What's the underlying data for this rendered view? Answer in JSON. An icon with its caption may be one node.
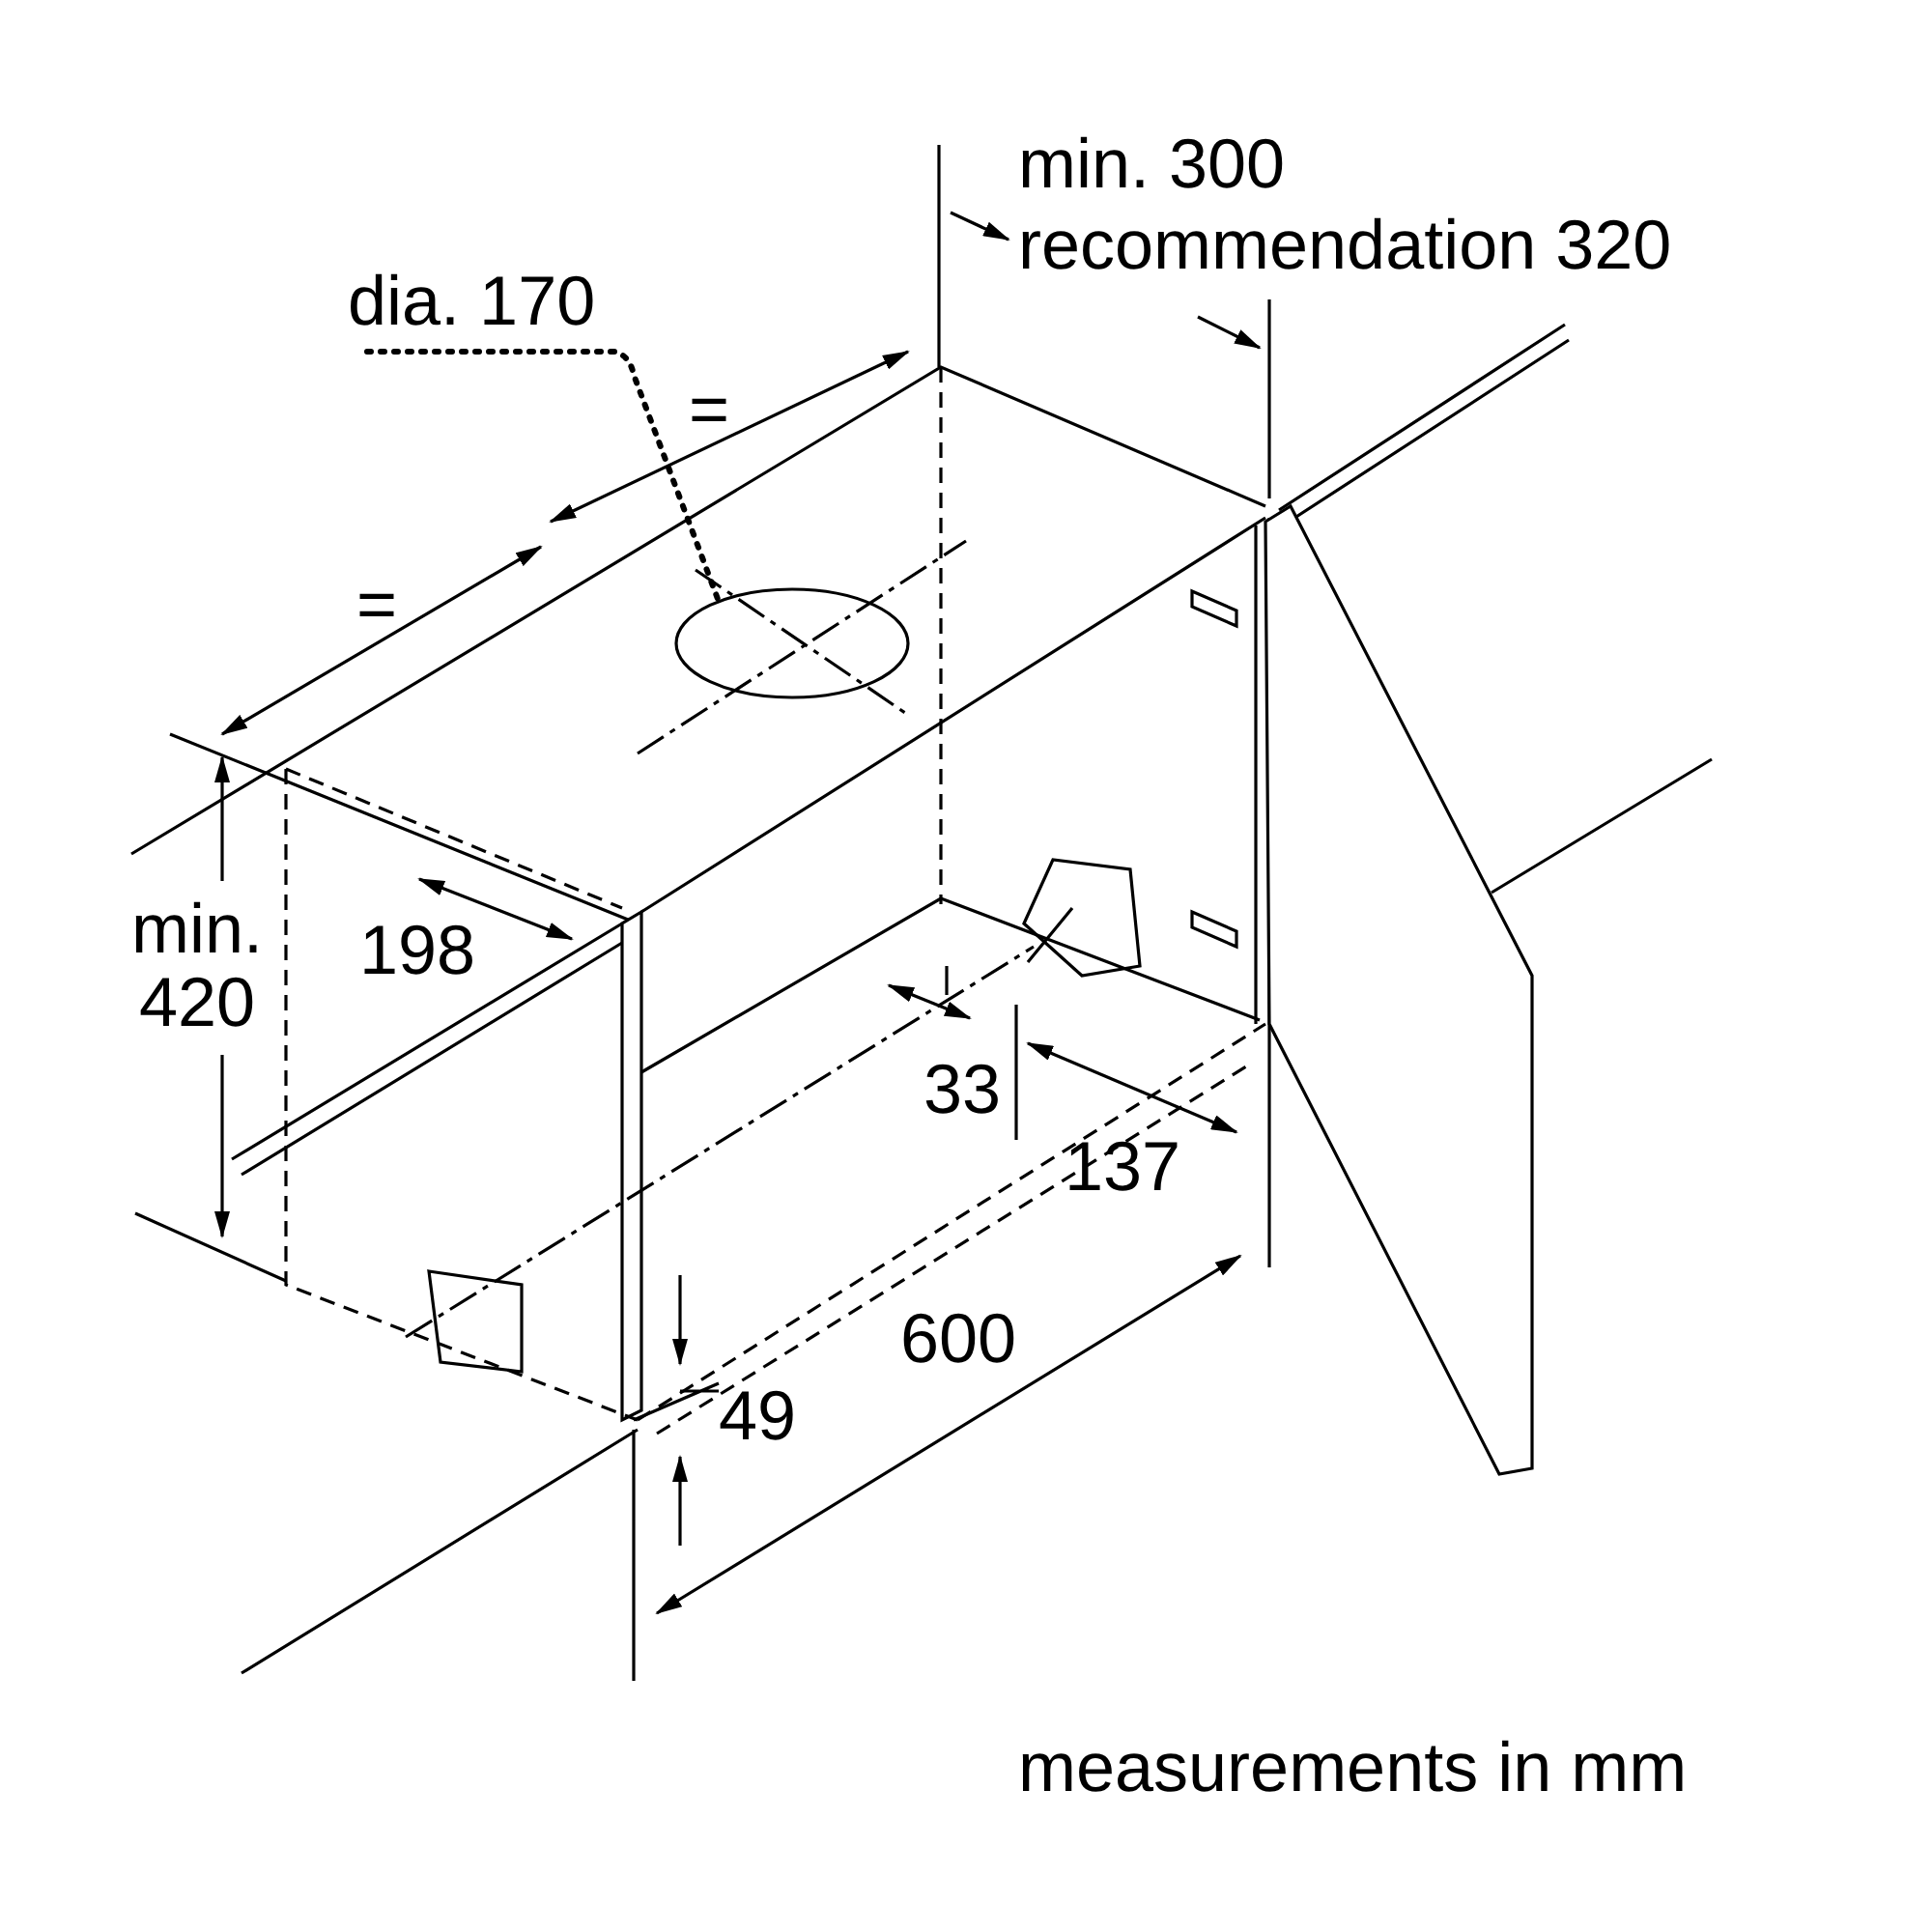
{
  "diagram": {
    "nodes": [
      {
        "text": [
          "dia. 170"
        ]
      },
      {
        "text": [],
        "shape": "circle"
      }
    ],
    "edges": [
      {
        "from": 0,
        "to": 1,
        "arrow": "none",
        "style": "dashed"
      }
    ],
    "labels": [
      "min. 300",
      "recommendation 320",
      "=",
      "=",
      "min. 420",
      "198",
      "33",
      "137",
      "49",
      "600",
      "measurements in mm"
    ]
  }
}
